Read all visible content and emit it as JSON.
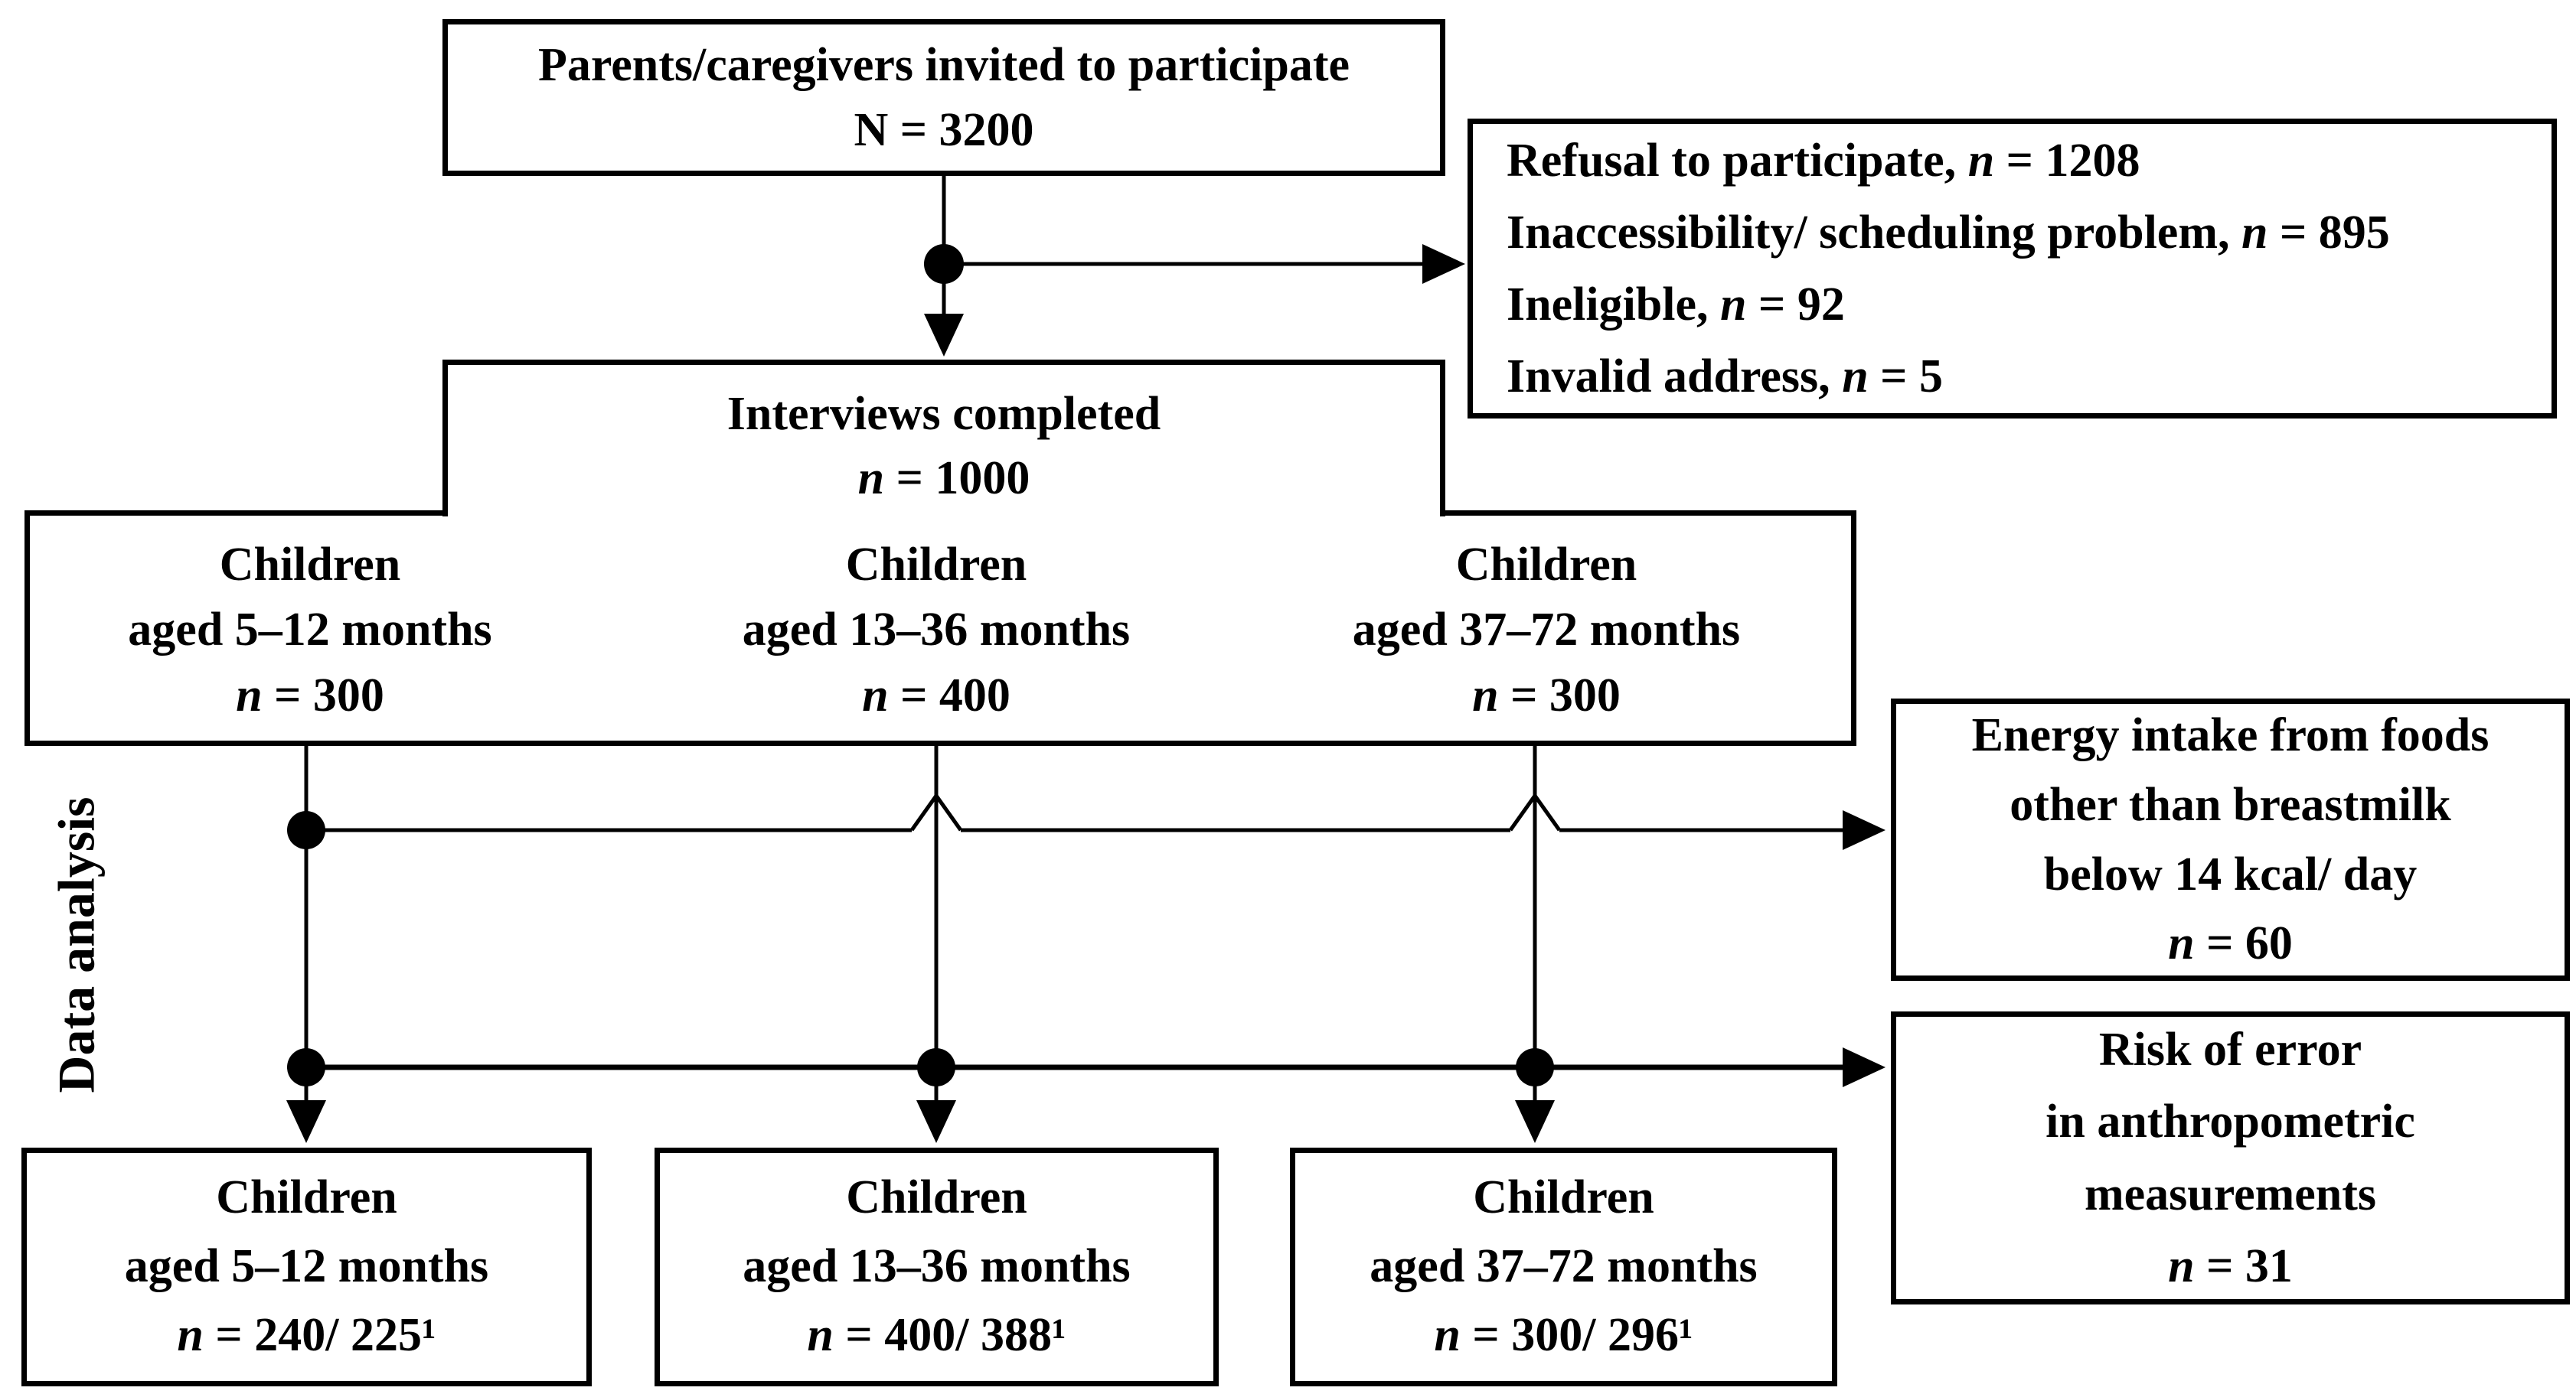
{
  "figure": {
    "side_label": "Data analysis",
    "colors": {
      "line": "#000000",
      "text": "#000000",
      "background": "#ffffff"
    },
    "boxes": {
      "invited": {
        "lines": [
          "Parents/caregivers invited to participate",
          "N = 3200"
        ]
      },
      "exclusions": {
        "lines": [
          "Refusal to participate, n = 1208",
          "Inaccessibility/ scheduling problem, n = 895",
          "Ineligible, n = 92",
          "Invalid address, n = 5"
        ]
      },
      "interviews": {
        "lines": [
          "Interviews completed",
          "n = 1000"
        ]
      },
      "group_5_12": {
        "lines": [
          "Children",
          "aged 5–12 months",
          "n = 300"
        ]
      },
      "group_13_36": {
        "lines": [
          "Children",
          "aged 13–36 months",
          "n = 400"
        ]
      },
      "group_37_72": {
        "lines": [
          "Children",
          "aged 37–72 months",
          "n = 300"
        ]
      },
      "energy_exclusion": {
        "lines": [
          "Energy intake from foods",
          "other than breastmilk",
          "below 14 kcal/ day",
          "n = 60"
        ]
      },
      "anthropometry_exclusion": {
        "lines": [
          "Risk of error",
          "in anthropometric",
          "measurements",
          "n = 31"
        ]
      },
      "final_5_12": {
        "lines": [
          "Children",
          "aged 5–12 months",
          "n = 240/ 225¹"
        ]
      },
      "final_13_36": {
        "lines": [
          "Children",
          "aged 13–36 months",
          "n = 400/ 388¹"
        ]
      },
      "final_37_72": {
        "lines": [
          "Children",
          "aged 37–72 months",
          "n = 300/ 296¹"
        ]
      }
    }
  }
}
